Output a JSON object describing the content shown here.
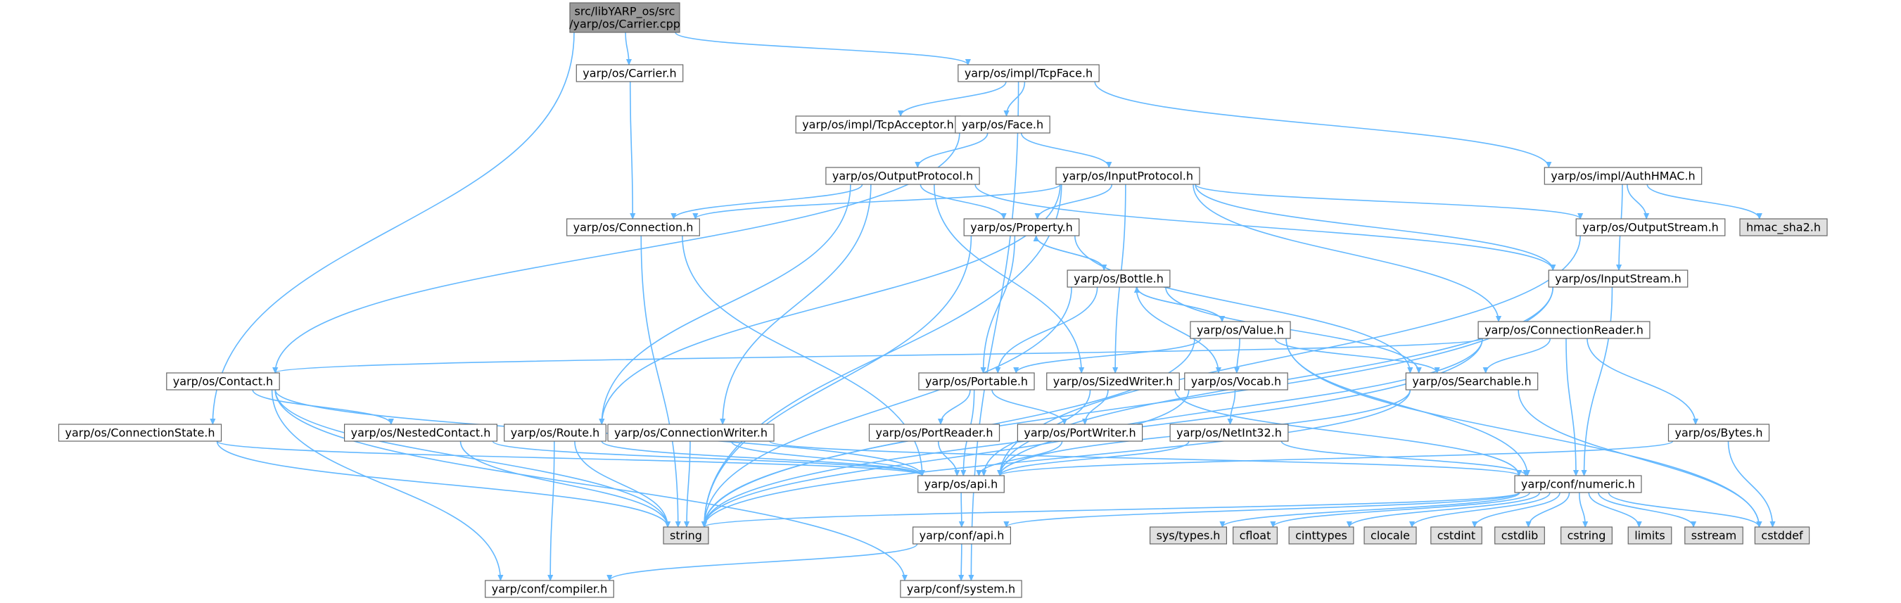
{
  "graph": {
    "title_lines": [
      "src/libYARP_os/src",
      "/yarp/os/Carrier.cpp"
    ],
    "colors": {
      "edge": "#63b8ff",
      "node_fill": "#ffffff",
      "system_fill": "#e0e0e0",
      "root_fill": "#999999",
      "node_border": "#666666"
    },
    "nodes": [
      {
        "id": "root",
        "lines": [
          "src/libYARP_os/src",
          "/yarp/os/Carrier.cpp"
        ],
        "kind": "root"
      },
      {
        "id": "carrier_h",
        "lines": [
          "yarp/os/Carrier.h"
        ],
        "kind": "file"
      },
      {
        "id": "tcpface",
        "lines": [
          "yarp/os/impl/TcpFace.h"
        ],
        "kind": "file"
      },
      {
        "id": "tcpacceptor",
        "lines": [
          "yarp/os/impl/TcpAcceptor.h"
        ],
        "kind": "file"
      },
      {
        "id": "face",
        "lines": [
          "yarp/os/Face.h"
        ],
        "kind": "file"
      },
      {
        "id": "authhmac",
        "lines": [
          "yarp/os/impl/AuthHMAC.h"
        ],
        "kind": "file"
      },
      {
        "id": "outputprotocol",
        "lines": [
          "yarp/os/OutputProtocol.h"
        ],
        "kind": "file"
      },
      {
        "id": "inputprotocol",
        "lines": [
          "yarp/os/InputProtocol.h"
        ],
        "kind": "file"
      },
      {
        "id": "connection",
        "lines": [
          "yarp/os/Connection.h"
        ],
        "kind": "file"
      },
      {
        "id": "property",
        "lines": [
          "yarp/os/Property.h"
        ],
        "kind": "file"
      },
      {
        "id": "outputstream",
        "lines": [
          "yarp/os/OutputStream.h"
        ],
        "kind": "file"
      },
      {
        "id": "hmac",
        "lines": [
          "hmac_sha2.h"
        ],
        "kind": "system"
      },
      {
        "id": "inputstream",
        "lines": [
          "yarp/os/InputStream.h"
        ],
        "kind": "file"
      },
      {
        "id": "bottle",
        "lines": [
          "yarp/os/Bottle.h"
        ],
        "kind": "file"
      },
      {
        "id": "value",
        "lines": [
          "yarp/os/Value.h"
        ],
        "kind": "file"
      },
      {
        "id": "connectionreader",
        "lines": [
          "yarp/os/ConnectionReader.h"
        ],
        "kind": "file"
      },
      {
        "id": "contact",
        "lines": [
          "yarp/os/Contact.h"
        ],
        "kind": "file"
      },
      {
        "id": "portable",
        "lines": [
          "yarp/os/Portable.h"
        ],
        "kind": "file"
      },
      {
        "id": "sizedwriter",
        "lines": [
          "yarp/os/SizedWriter.h"
        ],
        "kind": "file"
      },
      {
        "id": "vocab",
        "lines": [
          "yarp/os/Vocab.h"
        ],
        "kind": "file"
      },
      {
        "id": "searchable",
        "lines": [
          "yarp/os/Searchable.h"
        ],
        "kind": "file"
      },
      {
        "id": "connectionstate",
        "lines": [
          "yarp/os/ConnectionState.h"
        ],
        "kind": "file"
      },
      {
        "id": "nestedcontact",
        "lines": [
          "yarp/os/NestedContact.h"
        ],
        "kind": "file"
      },
      {
        "id": "route",
        "lines": [
          "yarp/os/Route.h"
        ],
        "kind": "file"
      },
      {
        "id": "connectionwriter",
        "lines": [
          "yarp/os/ConnectionWriter.h"
        ],
        "kind": "file"
      },
      {
        "id": "portreader",
        "lines": [
          "yarp/os/PortReader.h"
        ],
        "kind": "file"
      },
      {
        "id": "portwriter",
        "lines": [
          "yarp/os/PortWriter.h"
        ],
        "kind": "file"
      },
      {
        "id": "netint32",
        "lines": [
          "yarp/os/NetInt32.h"
        ],
        "kind": "file"
      },
      {
        "id": "bytes",
        "lines": [
          "yarp/os/Bytes.h"
        ],
        "kind": "file"
      },
      {
        "id": "os_api",
        "lines": [
          "yarp/os/api.h"
        ],
        "kind": "file"
      },
      {
        "id": "numeric",
        "lines": [
          "yarp/conf/numeric.h"
        ],
        "kind": "file"
      },
      {
        "id": "string",
        "lines": [
          "string"
        ],
        "kind": "system"
      },
      {
        "id": "conf_api",
        "lines": [
          "yarp/conf/api.h"
        ],
        "kind": "file"
      },
      {
        "id": "systypes",
        "lines": [
          "sys/types.h"
        ],
        "kind": "system"
      },
      {
        "id": "cfloat",
        "lines": [
          "cfloat"
        ],
        "kind": "system"
      },
      {
        "id": "cinttypes",
        "lines": [
          "cinttypes"
        ],
        "kind": "system"
      },
      {
        "id": "clocale",
        "lines": [
          "clocale"
        ],
        "kind": "system"
      },
      {
        "id": "cstdint",
        "lines": [
          "cstdint"
        ],
        "kind": "system"
      },
      {
        "id": "cstdlib",
        "lines": [
          "cstdlib"
        ],
        "kind": "system"
      },
      {
        "id": "cstring",
        "lines": [
          "cstring"
        ],
        "kind": "system"
      },
      {
        "id": "limits",
        "lines": [
          "limits"
        ],
        "kind": "system"
      },
      {
        "id": "sstream",
        "lines": [
          "sstream"
        ],
        "kind": "system"
      },
      {
        "id": "cstddef",
        "lines": [
          "cstddef"
        ],
        "kind": "system"
      },
      {
        "id": "compiler",
        "lines": [
          "yarp/conf/compiler.h"
        ],
        "kind": "file"
      },
      {
        "id": "system",
        "lines": [
          "yarp/conf/system.h"
        ],
        "kind": "file"
      }
    ],
    "edges": [
      [
        "root",
        "carrier_h"
      ],
      [
        "root",
        "tcpface"
      ],
      [
        "root",
        "connectionstate"
      ],
      [
        "carrier_h",
        "connection"
      ],
      [
        "tcpface",
        "tcpacceptor"
      ],
      [
        "tcpface",
        "face"
      ],
      [
        "tcpface",
        "authhmac"
      ],
      [
        "tcpface",
        "system"
      ],
      [
        "face",
        "outputprotocol"
      ],
      [
        "face",
        "inputprotocol"
      ],
      [
        "face",
        "contact"
      ],
      [
        "authhmac",
        "outputstream"
      ],
      [
        "authhmac",
        "inputstream"
      ],
      [
        "authhmac",
        "hmac"
      ],
      [
        "outputprotocol",
        "connection"
      ],
      [
        "outputprotocol",
        "property"
      ],
      [
        "outputprotocol",
        "inputstream"
      ],
      [
        "outputprotocol",
        "connectionwriter"
      ],
      [
        "outputprotocol",
        "route"
      ],
      [
        "outputprotocol",
        "sizedwriter"
      ],
      [
        "inputprotocol",
        "connection"
      ],
      [
        "inputprotocol",
        "property"
      ],
      [
        "inputprotocol",
        "outputstream"
      ],
      [
        "inputprotocol",
        "inputstream"
      ],
      [
        "inputprotocol",
        "connectionreader"
      ],
      [
        "inputprotocol",
        "route"
      ],
      [
        "inputprotocol",
        "sizedwriter"
      ],
      [
        "inputprotocol",
        "string"
      ],
      [
        "connection",
        "os_api"
      ],
      [
        "connection",
        "string"
      ],
      [
        "property",
        "bottle"
      ],
      [
        "property",
        "portable"
      ],
      [
        "property",
        "searchable"
      ],
      [
        "property",
        "string"
      ],
      [
        "bottle",
        "property"
      ],
      [
        "bottle",
        "value"
      ],
      [
        "bottle",
        "portable"
      ],
      [
        "bottle",
        "searchable"
      ],
      [
        "bottle",
        "vocab"
      ],
      [
        "bottle",
        "string"
      ],
      [
        "value",
        "bottle"
      ],
      [
        "value",
        "portable"
      ],
      [
        "value",
        "searchable"
      ],
      [
        "value",
        "vocab"
      ],
      [
        "value",
        "numeric"
      ],
      [
        "value",
        "string"
      ],
      [
        "value",
        "cstddef"
      ],
      [
        "outputstream",
        "os_api"
      ],
      [
        "inputstream",
        "os_api"
      ],
      [
        "inputstream",
        "string"
      ],
      [
        "inputstream",
        "numeric"
      ],
      [
        "connectionreader",
        "contact"
      ],
      [
        "connectionreader",
        "searchable"
      ],
      [
        "connectionreader",
        "bytes"
      ],
      [
        "connectionreader",
        "os_api"
      ],
      [
        "connectionreader",
        "string"
      ],
      [
        "connectionreader",
        "numeric"
      ],
      [
        "contact",
        "nestedcontact"
      ],
      [
        "contact",
        "os_api"
      ],
      [
        "contact",
        "string"
      ],
      [
        "contact",
        "compiler"
      ],
      [
        "contact",
        "system"
      ],
      [
        "portable",
        "portreader"
      ],
      [
        "portable",
        "portwriter"
      ],
      [
        "portable",
        "os_api"
      ],
      [
        "sizedwriter",
        "portwriter"
      ],
      [
        "sizedwriter",
        "os_api"
      ],
      [
        "sizedwriter",
        "numeric"
      ],
      [
        "vocab",
        "netint32"
      ],
      [
        "vocab",
        "string"
      ],
      [
        "searchable",
        "os_api"
      ],
      [
        "searchable",
        "string"
      ],
      [
        "searchable",
        "cstddef"
      ],
      [
        "connectionstate",
        "os_api"
      ],
      [
        "connectionstate",
        "string"
      ],
      [
        "nestedcontact",
        "os_api"
      ],
      [
        "nestedcontact",
        "string"
      ],
      [
        "route",
        "os_api"
      ],
      [
        "route",
        "string"
      ],
      [
        "route",
        "compiler"
      ],
      [
        "connectionwriter",
        "os_api"
      ],
      [
        "connectionwriter",
        "string"
      ],
      [
        "connectionwriter",
        "numeric"
      ],
      [
        "portreader",
        "os_api"
      ],
      [
        "portwriter",
        "os_api"
      ],
      [
        "netint32",
        "os_api"
      ],
      [
        "netint32",
        "numeric"
      ],
      [
        "bytes",
        "os_api"
      ],
      [
        "bytes",
        "cstddef"
      ],
      [
        "os_api",
        "conf_api"
      ],
      [
        "numeric",
        "conf_api"
      ],
      [
        "numeric",
        "systypes"
      ],
      [
        "numeric",
        "cfloat"
      ],
      [
        "numeric",
        "cinttypes"
      ],
      [
        "numeric",
        "clocale"
      ],
      [
        "numeric",
        "cstdint"
      ],
      [
        "numeric",
        "cstdlib"
      ],
      [
        "numeric",
        "cstring"
      ],
      [
        "numeric",
        "limits"
      ],
      [
        "numeric",
        "sstream"
      ],
      [
        "numeric",
        "cstddef"
      ],
      [
        "numeric",
        "string"
      ],
      [
        "conf_api",
        "compiler"
      ],
      [
        "conf_api",
        "system"
      ]
    ]
  }
}
